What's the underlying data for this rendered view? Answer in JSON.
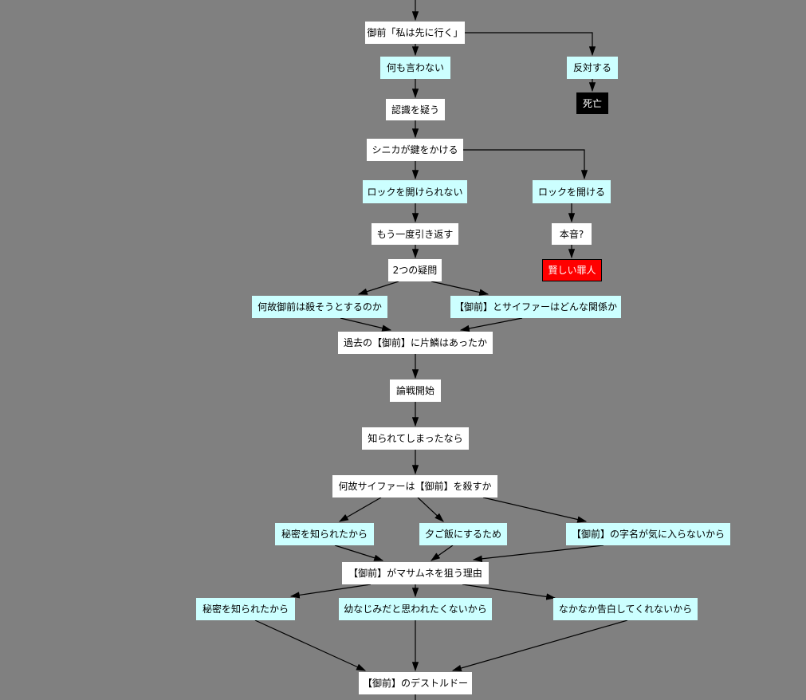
{
  "diagram": {
    "palette": {
      "background": "#808080",
      "node_plain_fill": "#ffffff",
      "node_choice_fill": "#ccffff",
      "node_death_fill": "#000000",
      "node_death_text": "#ffffff",
      "node_alert_fill": "#ff0000",
      "node_alert_text": "#ffffff",
      "edge_color": "#000000",
      "text_color": "#000000"
    },
    "nodes": [
      {
        "id": "omae-saki-ni-iku",
        "label": "御前「私は先に行く」",
        "type": "plain"
      },
      {
        "id": "nanimo-iwanai",
        "label": "何も言わない",
        "type": "choice"
      },
      {
        "id": "hantai-suru",
        "label": "反対する",
        "type": "choice"
      },
      {
        "id": "shibou",
        "label": "死亡",
        "type": "death"
      },
      {
        "id": "ninshiki-wo-utagau",
        "label": "認識を疑う",
        "type": "plain"
      },
      {
        "id": "sinica-kagi",
        "label": "シニカが鍵をかける",
        "type": "plain"
      },
      {
        "id": "lock-akerarenai",
        "label": "ロックを開けられない",
        "type": "choice"
      },
      {
        "id": "lock-akeru",
        "label": "ロックを開ける",
        "type": "choice"
      },
      {
        "id": "mou-ichido",
        "label": "もう一度引き返す",
        "type": "plain"
      },
      {
        "id": "honne",
        "label": "本音?",
        "type": "plain"
      },
      {
        "id": "sakashii-zainin",
        "label": "賢しい罪人",
        "type": "alert"
      },
      {
        "id": "futatsu-no-gimon",
        "label": "2つの疑問",
        "type": "plain"
      },
      {
        "id": "naze-omae",
        "label": "何故御前は殺そうとするのか",
        "type": "choice"
      },
      {
        "id": "cipher-kankei",
        "label": "【御前】とサイファーはどんな関係か",
        "type": "choice"
      },
      {
        "id": "kako-henrin",
        "label": "過去の【御前】に片鱗はあったか",
        "type": "plain"
      },
      {
        "id": "ronsen-kaishi",
        "label": "論戦開始",
        "type": "plain"
      },
      {
        "id": "shirarete",
        "label": "知られてしまったなら",
        "type": "plain"
      },
      {
        "id": "naze-cipher",
        "label": "何故サイファーは【御前】を殺すか",
        "type": "plain"
      },
      {
        "id": "himitsu-1",
        "label": "秘密を知られたから",
        "type": "choice"
      },
      {
        "id": "yuugohan",
        "label": "夕ご飯にするため",
        "type": "choice"
      },
      {
        "id": "azana",
        "label": "【御前】の字名が気に入らないから",
        "type": "choice"
      },
      {
        "id": "masamune-nerau",
        "label": "【御前】がマサムネを狙う理由",
        "type": "plain"
      },
      {
        "id": "himitsu-2",
        "label": "秘密を知られたから",
        "type": "choice"
      },
      {
        "id": "osananajimi",
        "label": "幼なじみだと思われたくないから",
        "type": "choice"
      },
      {
        "id": "kokuhaku",
        "label": "なかなか告白してくれないから",
        "type": "choice"
      },
      {
        "id": "destrudo",
        "label": "【御前】のデストルドー",
        "type": "plain"
      }
    ],
    "edges": [
      {
        "from": "(top)",
        "to": "omae-saki-ni-iku"
      },
      {
        "from": "omae-saki-ni-iku",
        "to": "nanimo-iwanai"
      },
      {
        "from": "omae-saki-ni-iku",
        "to": "hantai-suru"
      },
      {
        "from": "hantai-suru",
        "to": "shibou"
      },
      {
        "from": "nanimo-iwanai",
        "to": "ninshiki-wo-utagau"
      },
      {
        "from": "ninshiki-wo-utagau",
        "to": "sinica-kagi"
      },
      {
        "from": "sinica-kagi",
        "to": "lock-akerarenai"
      },
      {
        "from": "sinica-kagi",
        "to": "lock-akeru"
      },
      {
        "from": "lock-akerarenai",
        "to": "mou-ichido"
      },
      {
        "from": "lock-akeru",
        "to": "honne"
      },
      {
        "from": "honne",
        "to": "sakashii-zainin"
      },
      {
        "from": "mou-ichido",
        "to": "futatsu-no-gimon"
      },
      {
        "from": "futatsu-no-gimon",
        "to": "naze-omae"
      },
      {
        "from": "futatsu-no-gimon",
        "to": "cipher-kankei"
      },
      {
        "from": "naze-omae",
        "to": "kako-henrin"
      },
      {
        "from": "cipher-kankei",
        "to": "kako-henrin"
      },
      {
        "from": "kako-henrin",
        "to": "ronsen-kaishi"
      },
      {
        "from": "ronsen-kaishi",
        "to": "shirarete"
      },
      {
        "from": "shirarete",
        "to": "naze-cipher"
      },
      {
        "from": "naze-cipher",
        "to": "himitsu-1"
      },
      {
        "from": "naze-cipher",
        "to": "yuugohan"
      },
      {
        "from": "naze-cipher",
        "to": "azana"
      },
      {
        "from": "himitsu-1",
        "to": "masamune-nerau"
      },
      {
        "from": "yuugohan",
        "to": "masamune-nerau"
      },
      {
        "from": "azana",
        "to": "masamune-nerau"
      },
      {
        "from": "masamune-nerau",
        "to": "himitsu-2"
      },
      {
        "from": "masamune-nerau",
        "to": "osananajimi"
      },
      {
        "from": "masamune-nerau",
        "to": "kokuhaku"
      },
      {
        "from": "himitsu-2",
        "to": "destrudo"
      },
      {
        "from": "osananajimi",
        "to": "destrudo"
      },
      {
        "from": "kokuhaku",
        "to": "destrudo"
      },
      {
        "from": "destrudo",
        "to": "(bottom)"
      }
    ]
  }
}
